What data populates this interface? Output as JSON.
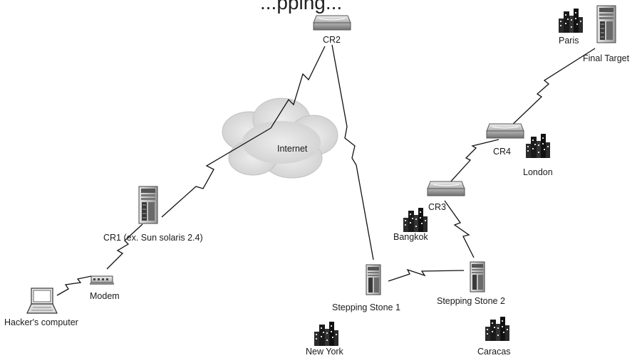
{
  "diagram": {
    "title": "...pping...",
    "nodes": {
      "cr2": {
        "label": "CR2",
        "icon": "router-icon"
      },
      "final_target": {
        "label": "Final Target",
        "icon": "server-icon"
      },
      "paris": {
        "label": "Paris",
        "icon": "city-icon"
      },
      "internet": {
        "label": "Internet",
        "icon": "cloud-icon"
      },
      "cr4": {
        "label": "CR4",
        "icon": "router-icon"
      },
      "london": {
        "label": "London",
        "icon": "city-icon"
      },
      "cr3": {
        "label": "CR3",
        "icon": "router-icon"
      },
      "bangkok": {
        "label": "Bangkok",
        "icon": "city-icon"
      },
      "cr1": {
        "label": "CR1 (ex. Sun solaris 2.4)",
        "icon": "server-icon"
      },
      "modem": {
        "label": "Modem",
        "icon": "modem-icon"
      },
      "hacker": {
        "label": "Hacker's computer",
        "icon": "laptop-icon"
      },
      "stepping_stone_1": {
        "label": "Stepping Stone 1",
        "icon": "server-icon"
      },
      "stepping_stone_2": {
        "label": "Stepping Stone 2",
        "icon": "server-icon"
      },
      "new_york": {
        "label": "New York",
        "icon": "city-icon"
      },
      "caracas": {
        "label": "Caracas",
        "icon": "city-icon"
      }
    },
    "links": [
      {
        "from": "hacker",
        "to": "modem",
        "type": "wireless"
      },
      {
        "from": "modem",
        "to": "cr1",
        "type": "wireless"
      },
      {
        "from": "cr1",
        "to": "cr2",
        "type": "wireless"
      },
      {
        "from": "cr2",
        "to": "stepping_stone_1",
        "type": "wireless"
      },
      {
        "from": "stepping_stone_1",
        "to": "stepping_stone_2",
        "type": "wireless"
      },
      {
        "from": "stepping_stone_2",
        "to": "cr3",
        "type": "wireless"
      },
      {
        "from": "cr3",
        "to": "cr4",
        "type": "wireless"
      },
      {
        "from": "cr4",
        "to": "final_target",
        "type": "wireless"
      }
    ]
  }
}
